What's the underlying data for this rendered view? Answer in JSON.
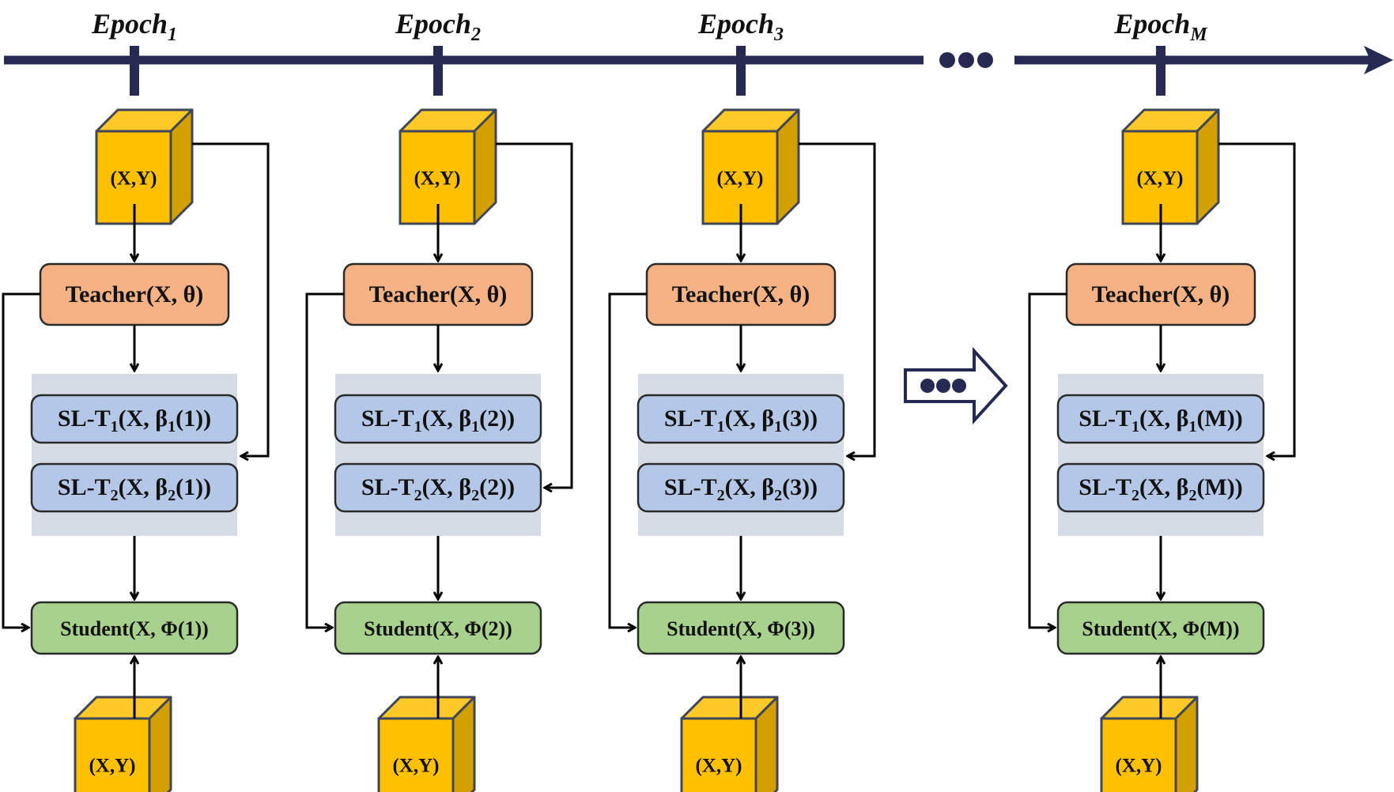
{
  "colors": {
    "timeline": "#262a52",
    "cube_front": "#ffc000",
    "cube_side": "#d4a000",
    "cube_top": "#ffca28",
    "cube_edge": "#40465a",
    "teacher_fill": "#f4b183",
    "teacher_stroke": "#2a2a2a",
    "sl_fill": "#b4c7e7",
    "sl_band": "#d5dce6",
    "student_fill": "#a9d18e",
    "arrow": "#000000"
  },
  "timeline_ellipsis_icon": "three-dots-icon",
  "transition_arrow_icon": "hollow-right-arrow-with-dots-icon",
  "epochs": [
    {
      "label": "Epoch",
      "subscript": "1",
      "top_cube": "(X,Y)",
      "teacher": "Teacher(X, θ)",
      "sl1": {
        "prefix": "SL-T",
        "sub": "1",
        "middle": "(X, β",
        "beta_sub": "1",
        "arg": "(1))"
      },
      "sl2": {
        "prefix": "SL-T",
        "sub": "2",
        "middle": "(X, β",
        "beta_sub": "2",
        "arg": "(1))"
      },
      "student": "Student(X, Φ(1))",
      "bottom_cube": "(X,Y)",
      "feedback_target": "sl-gap"
    },
    {
      "label": "Epoch",
      "subscript": "2",
      "top_cube": "(X,Y)",
      "teacher": "Teacher(X, θ)",
      "sl1": {
        "prefix": "SL-T",
        "sub": "1",
        "middle": "(X, β",
        "beta_sub": "1",
        "arg": "(2))"
      },
      "sl2": {
        "prefix": "SL-T",
        "sub": "2",
        "middle": "(X, β",
        "beta_sub": "2",
        "arg": "(2))"
      },
      "student": "Student(X, Φ(2))",
      "bottom_cube": "(X,Y)",
      "feedback_target": "sl2"
    },
    {
      "label": "Epoch",
      "subscript": "3",
      "top_cube": "(X,Y)",
      "teacher": "Teacher(X, θ)",
      "sl1": {
        "prefix": "SL-T",
        "sub": "1",
        "middle": "(X, β",
        "beta_sub": "1",
        "arg": "(3))"
      },
      "sl2": {
        "prefix": "SL-T",
        "sub": "2",
        "middle": "(X, β",
        "beta_sub": "2",
        "arg": "(3))"
      },
      "student": "Student(X, Φ(3))",
      "bottom_cube": "(X,Y)",
      "feedback_target": "sl-gap"
    },
    {
      "label": "Epoch",
      "subscript": "M",
      "top_cube": "(X,Y)",
      "teacher": "Teacher(X, θ)",
      "sl1": {
        "prefix": "SL-T",
        "sub": "1",
        "middle": "(X, β",
        "beta_sub": "1",
        "arg": "(M))"
      },
      "sl2": {
        "prefix": "SL-T",
        "sub": "2",
        "middle": "(X, β",
        "beta_sub": "2",
        "arg": "(M))"
      },
      "student": "Student(X, Φ(M))",
      "bottom_cube": "(X,Y)",
      "feedback_target": "sl-gap"
    }
  ]
}
